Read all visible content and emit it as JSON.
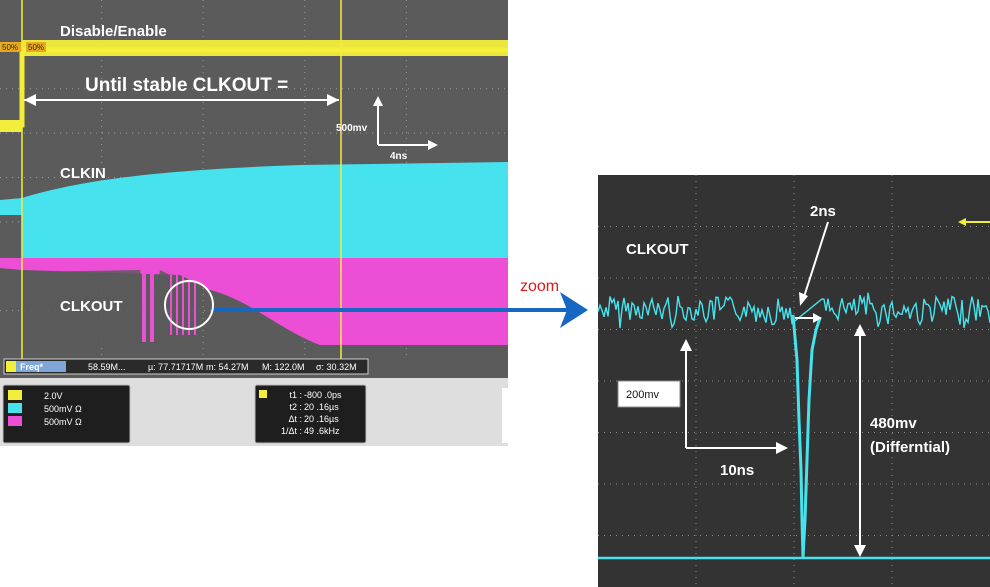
{
  "left_scope": {
    "labels": {
      "disable_enable": "Disable/Enable",
      "until_stable": "Until stable CLKOUT =",
      "clkin": "CLKIN",
      "clkout": "CLKOUT",
      "scale_v": "500mv",
      "scale_t": "4ns"
    },
    "trigger_markers": [
      "50%",
      "50%"
    ],
    "measurement_bar": {
      "label": "Freq*",
      "values": [
        "58.59M...",
        "µ: 77.71717M",
        "m: 54.27M",
        "M: 122.0M",
        "σ: 30.32M"
      ]
    },
    "channels": [
      {
        "color": "#f2ee3b",
        "scale": "2.0V"
      },
      {
        "color": "#46e3ee",
        "scale": "500mV Ω"
      },
      {
        "color": "#ec4fd6",
        "scale": "500mV Ω"
      }
    ],
    "cursors": [
      {
        "label": "t1 :",
        "value": "-800 .0ps"
      },
      {
        "label": "t2 :",
        "value": "20 .16µs"
      },
      {
        "label": "Δt :",
        "value": "20 .16µs"
      },
      {
        "label": "1/Δt :",
        "value": "49 .6kHz"
      }
    ]
  },
  "zoom_label": "zoom",
  "right_scope": {
    "labels": {
      "clkout": "CLKOUT",
      "two_ns": "2ns",
      "ten_ns": "10ns",
      "two_hundred_mv": "200mv",
      "amp": "480mv",
      "amp_sub": "(Differntial)"
    }
  },
  "colors": {
    "yellow": "#f2ee3b",
    "cyan": "#46e3ee",
    "magenta": "#ec4fd6",
    "scope_bg": "#5c5c5c",
    "scope_bg_right": "#333333",
    "arrow_blue": "#1667c4",
    "zoom_red": "#e01818"
  },
  "chart_data": {
    "type": "line",
    "title": "",
    "xlabel": "",
    "ylabel": "",
    "series": [
      {
        "name": "CLKOUT",
        "trace": "zoomed"
      }
    ],
    "annotations": [
      "2ns",
      "10ns",
      "200mv",
      "480mv",
      "(Differntial)"
    ]
  }
}
